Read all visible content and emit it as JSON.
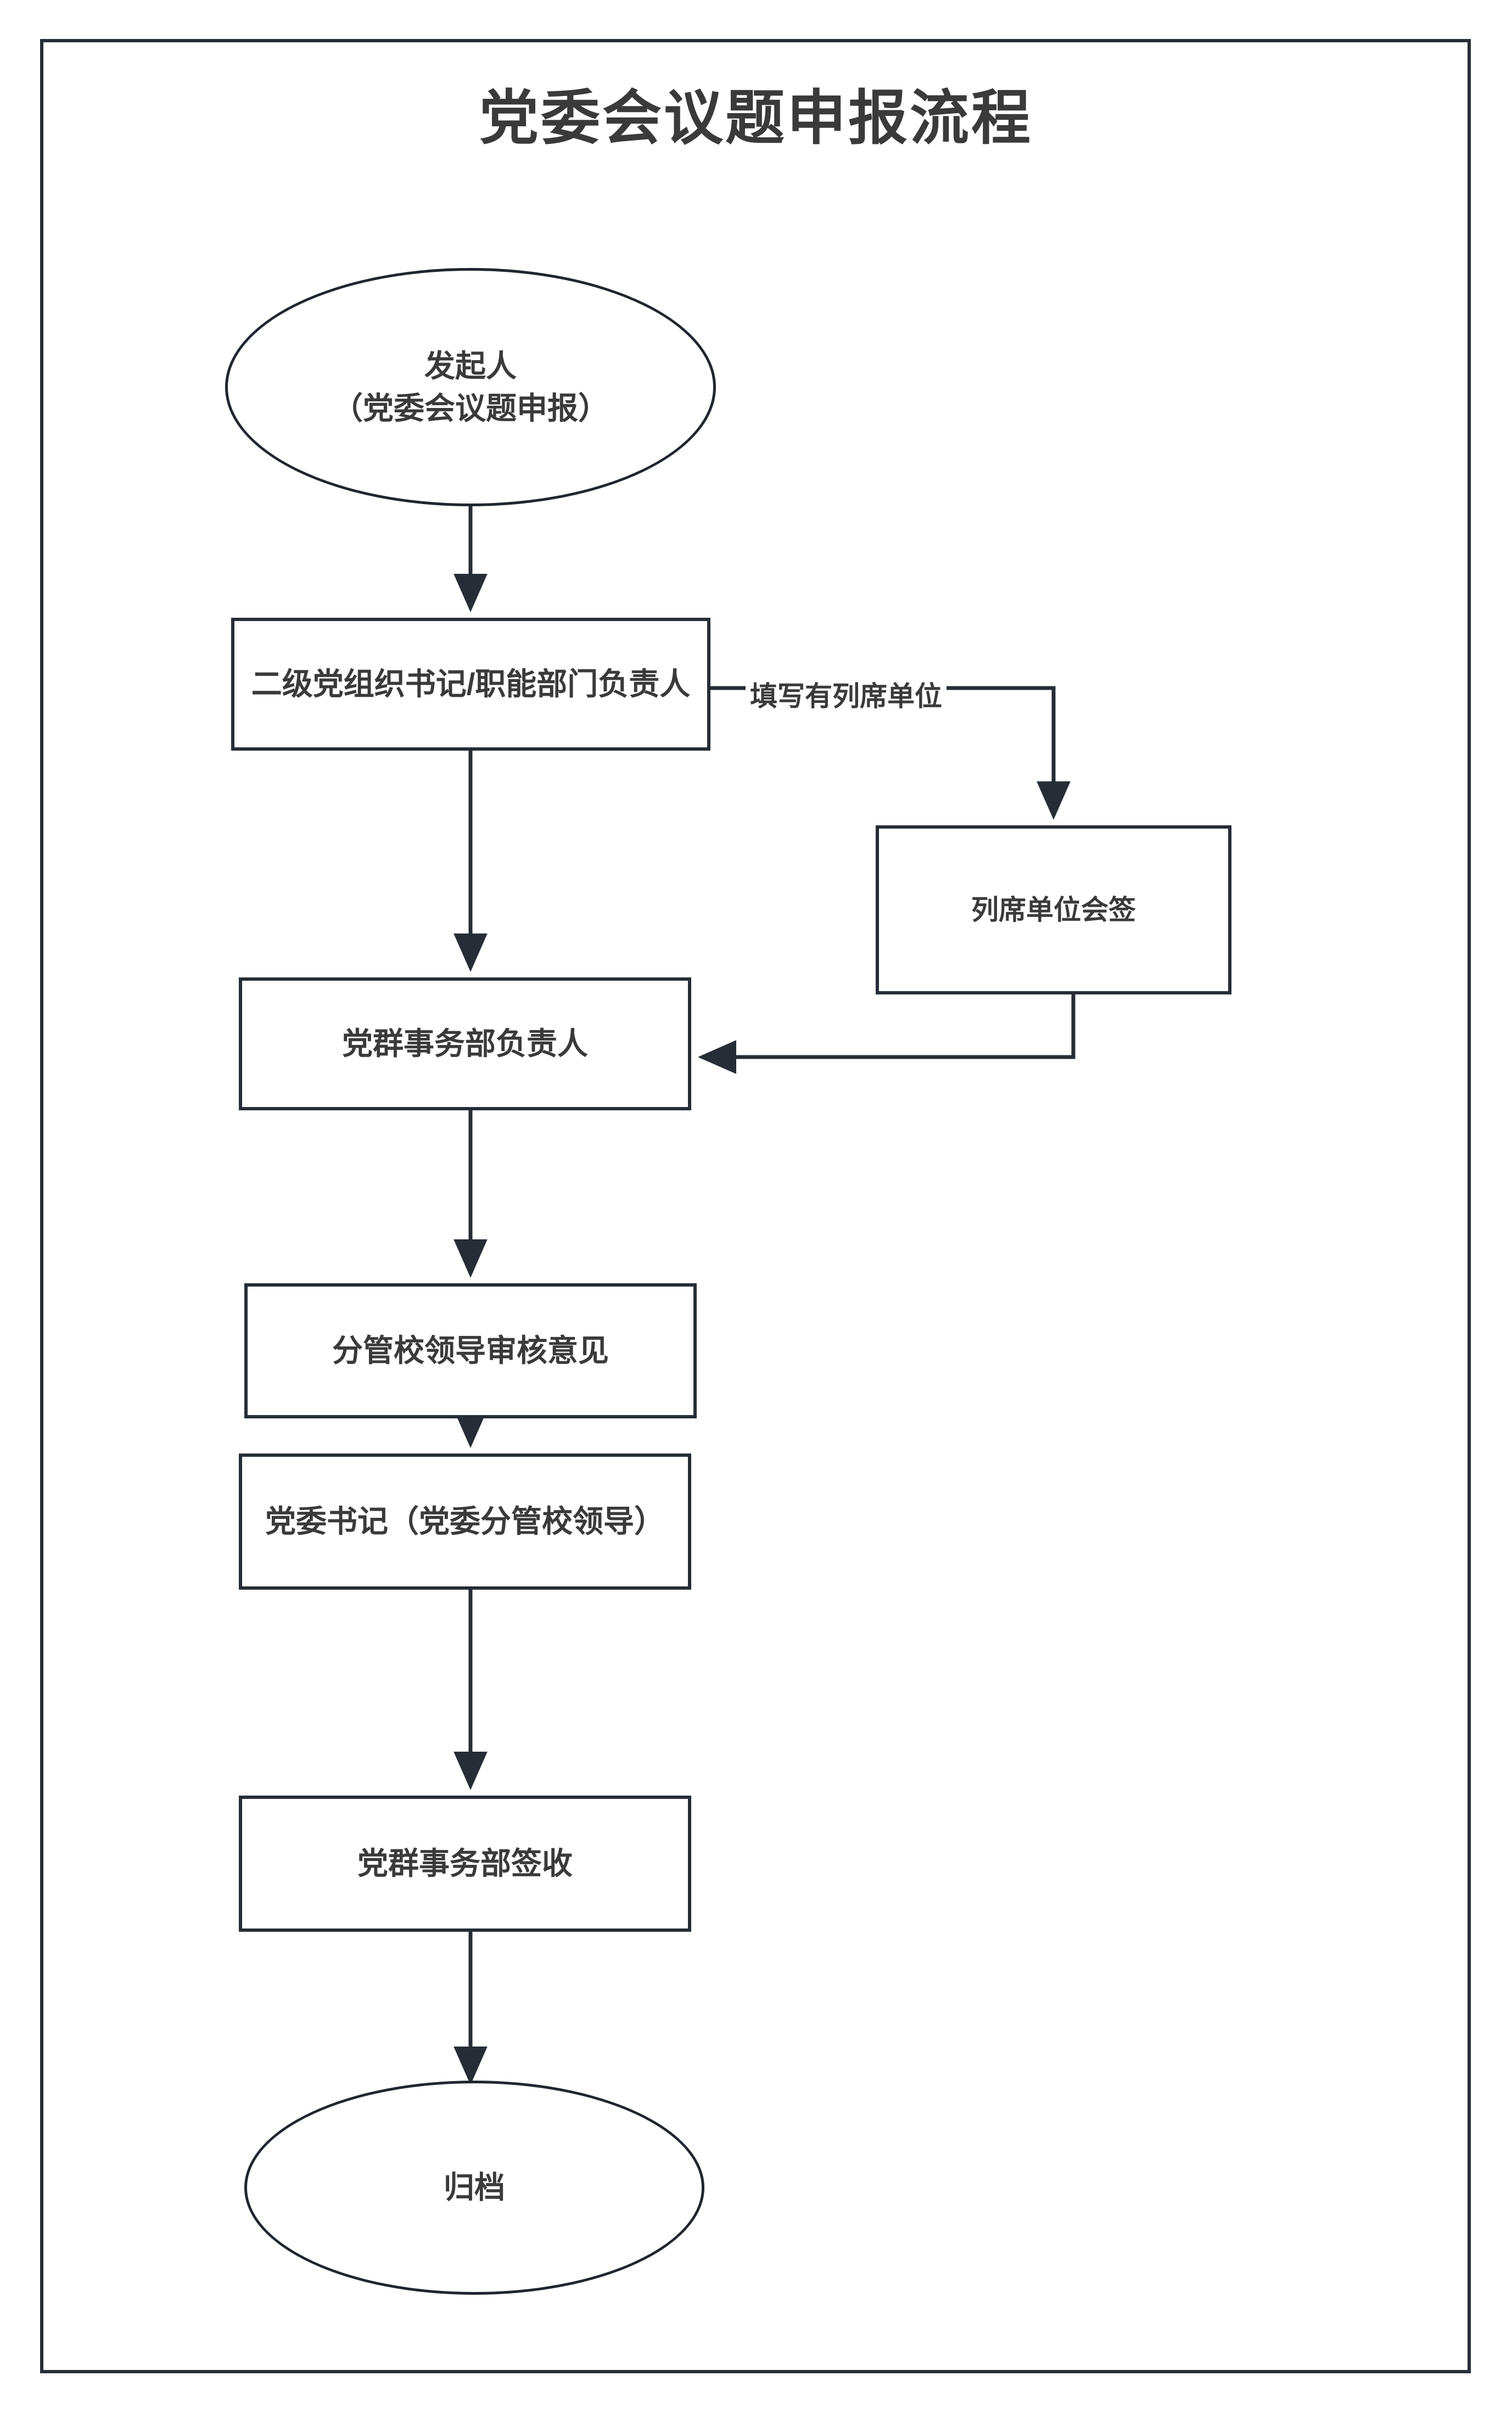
{
  "page": {
    "title": "党委会议题申报流程",
    "border_color": "#262d36",
    "background_color": "#ffffff",
    "text_color": "#3a3a3a",
    "connector_color": "#262d36"
  },
  "flowchart": {
    "type": "flowchart",
    "orientation": "top-to-bottom",
    "nodes": [
      {
        "id": "start",
        "shape": "ellipse",
        "line1": "发起人",
        "line2": "（党委会议题申报）"
      },
      {
        "id": "secretary",
        "shape": "rectangle",
        "label": "二级党组织书记/职能部门负责人"
      },
      {
        "id": "attend",
        "shape": "rectangle",
        "label": "列席单位会签"
      },
      {
        "id": "affairs_head",
        "shape": "rectangle",
        "label": "党群事务部负责人"
      },
      {
        "id": "vp_review",
        "shape": "rectangle",
        "label": "分管校领导审核意见"
      },
      {
        "id": "party_secretary",
        "shape": "rectangle",
        "label": "党委书记（党委分管校领导）"
      },
      {
        "id": "affairs_receive",
        "shape": "rectangle",
        "label": "党群事务部签收"
      },
      {
        "id": "archive",
        "shape": "ellipse",
        "label": "归档"
      }
    ],
    "edges": [
      {
        "from": "start",
        "to": "secretary",
        "label": ""
      },
      {
        "from": "secretary",
        "to": "attend",
        "label": "填写有列席单位"
      },
      {
        "from": "secretary",
        "to": "affairs_head",
        "label": ""
      },
      {
        "from": "attend",
        "to": "affairs_head",
        "label": ""
      },
      {
        "from": "affairs_head",
        "to": "vp_review",
        "label": ""
      },
      {
        "from": "vp_review",
        "to": "party_secretary",
        "label": ""
      },
      {
        "from": "party_secretary",
        "to": "affairs_receive",
        "label": ""
      },
      {
        "from": "affairs_receive",
        "to": "archive",
        "label": ""
      }
    ]
  }
}
